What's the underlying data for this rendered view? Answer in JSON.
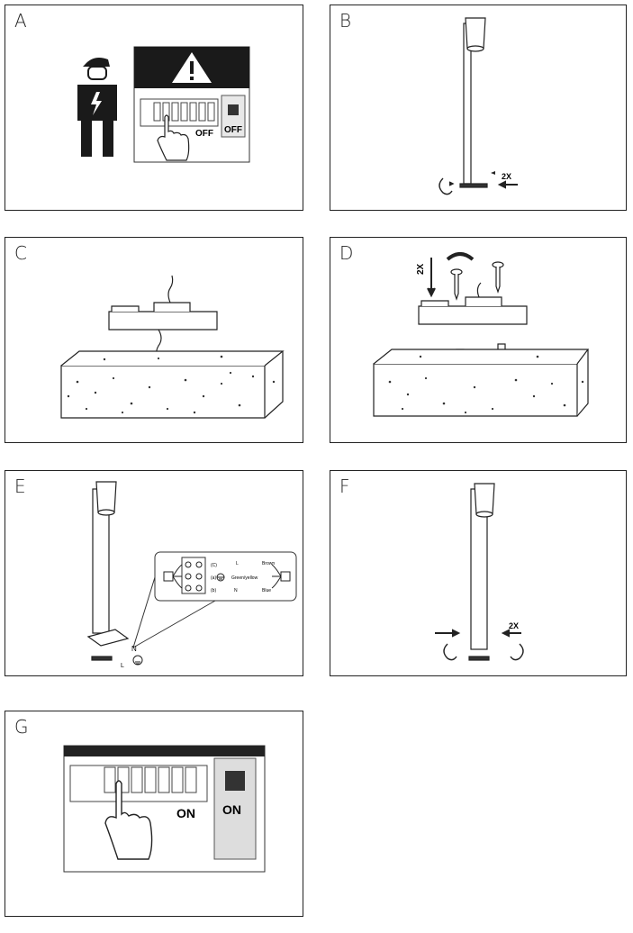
{
  "panels": {
    "a": {
      "letter": "A",
      "breaker_state": "OFF",
      "switch_state": "OFF"
    },
    "b": {
      "letter": "B",
      "count": "2X"
    },
    "c": {
      "letter": "C"
    },
    "d": {
      "letter": "D",
      "count": "2X"
    },
    "e": {
      "letter": "E",
      "wiring": {
        "rows": [
          {
            "code": "(C)",
            "terminal": "L",
            "color": "Brown"
          },
          {
            "code": "(a)",
            "terminal": "",
            "color": "Green/yellow"
          },
          {
            "code": "(b)",
            "terminal": "N",
            "color": "Blue"
          }
        ],
        "callout_n": "N",
        "callout_l": "L"
      }
    },
    "f": {
      "letter": "F",
      "count": "2X"
    },
    "g": {
      "letter": "G",
      "breaker_state": "ON",
      "switch_state": "ON"
    }
  },
  "icons": [
    "electrician-icon",
    "warning-icon",
    "hand-icon",
    "rotate-arrow-icon",
    "screw-icon",
    "ground-symbol-icon"
  ]
}
